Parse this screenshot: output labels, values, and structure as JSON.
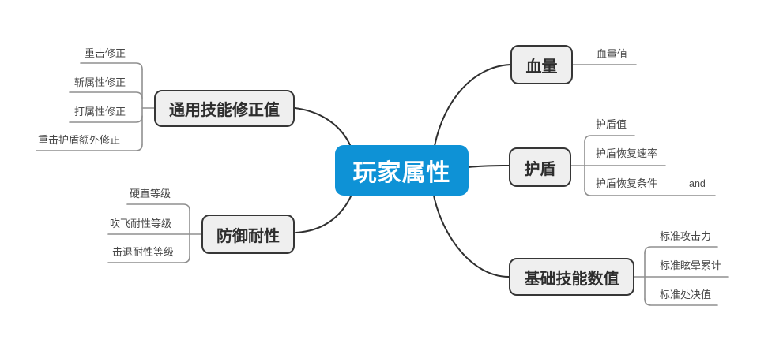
{
  "colors": {
    "central_bg": "#0e92d6",
    "central_text": "#ffffff",
    "branch_bg": "#efefef",
    "branch_border": "#363636",
    "main_line": "#2f2f2f",
    "sub_line": "#8f8f8f"
  },
  "central": {
    "label": "玩家属性"
  },
  "branches": [
    {
      "label": "通用技能修正值",
      "children": [
        {
          "label": "重击修正"
        },
        {
          "label": "斩属性修正"
        },
        {
          "label": "打属性修正"
        },
        {
          "label": "重击护盾额外修正"
        }
      ]
    },
    {
      "label": "防御耐性",
      "children": [
        {
          "label": "硬直等级"
        },
        {
          "label": "吹飞耐性等级"
        },
        {
          "label": "击退耐性等级"
        }
      ]
    },
    {
      "label": "血量",
      "children": [
        {
          "label": "血量值"
        }
      ]
    },
    {
      "label": "护盾",
      "summary_label": "and",
      "children": [
        {
          "label": "护盾值"
        },
        {
          "label": "护盾恢复速率"
        },
        {
          "label": "护盾恢复条件"
        }
      ]
    },
    {
      "label": "基础技能数值",
      "children": [
        {
          "label": "标准攻击力"
        },
        {
          "label": "标准眩晕累计"
        },
        {
          "label": "标准处决值"
        }
      ]
    }
  ]
}
